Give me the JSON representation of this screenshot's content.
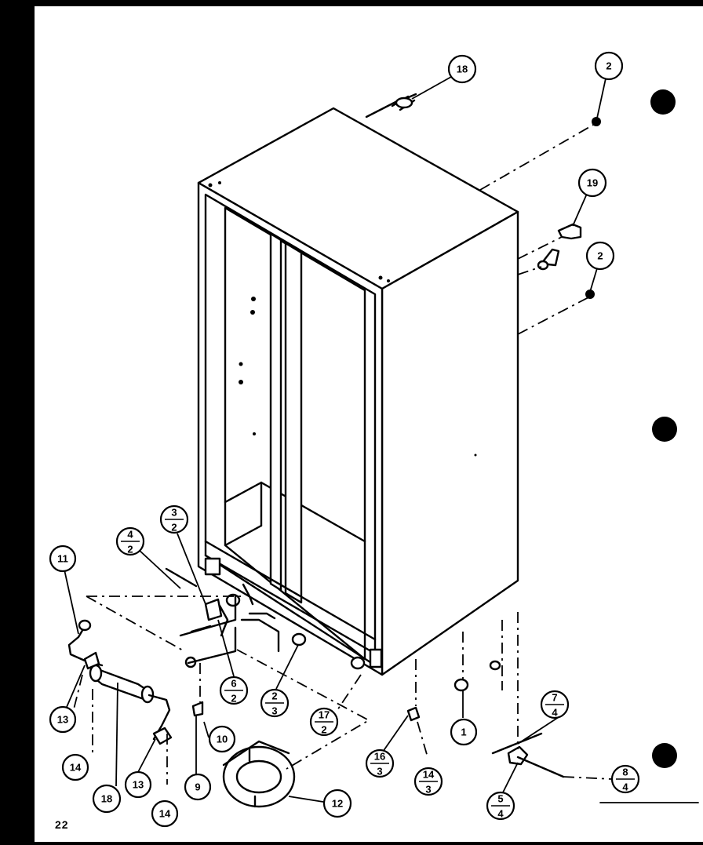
{
  "page_number": "22",
  "callouts": {
    "c18_top": "18",
    "c2_top": "2",
    "c19": "19",
    "c2_mid": "2",
    "c11": "11",
    "c4_2": {
      "num": "4",
      "den": "2"
    },
    "c3_2": {
      "num": "3",
      "den": "2"
    },
    "c6_2": {
      "num": "6",
      "den": "2"
    },
    "c2_3": {
      "num": "2",
      "den": "3"
    },
    "c17_2": {
      "num": "17",
      "den": "2"
    },
    "c1": "1",
    "c7_4": {
      "num": "7",
      "den": "4"
    },
    "c13_left": "13",
    "c14_left": "14",
    "c18_bottom": "18",
    "c13_right": "13",
    "c14_right": "14",
    "c9": "9",
    "c10": "10",
    "c12": "12",
    "c16_3": {
      "num": "16",
      "den": "3"
    },
    "c14_3": {
      "num": "14",
      "den": "3"
    },
    "c8_4": {
      "num": "8",
      "den": "4"
    },
    "c5_4": {
      "num": "5",
      "den": "4"
    }
  }
}
